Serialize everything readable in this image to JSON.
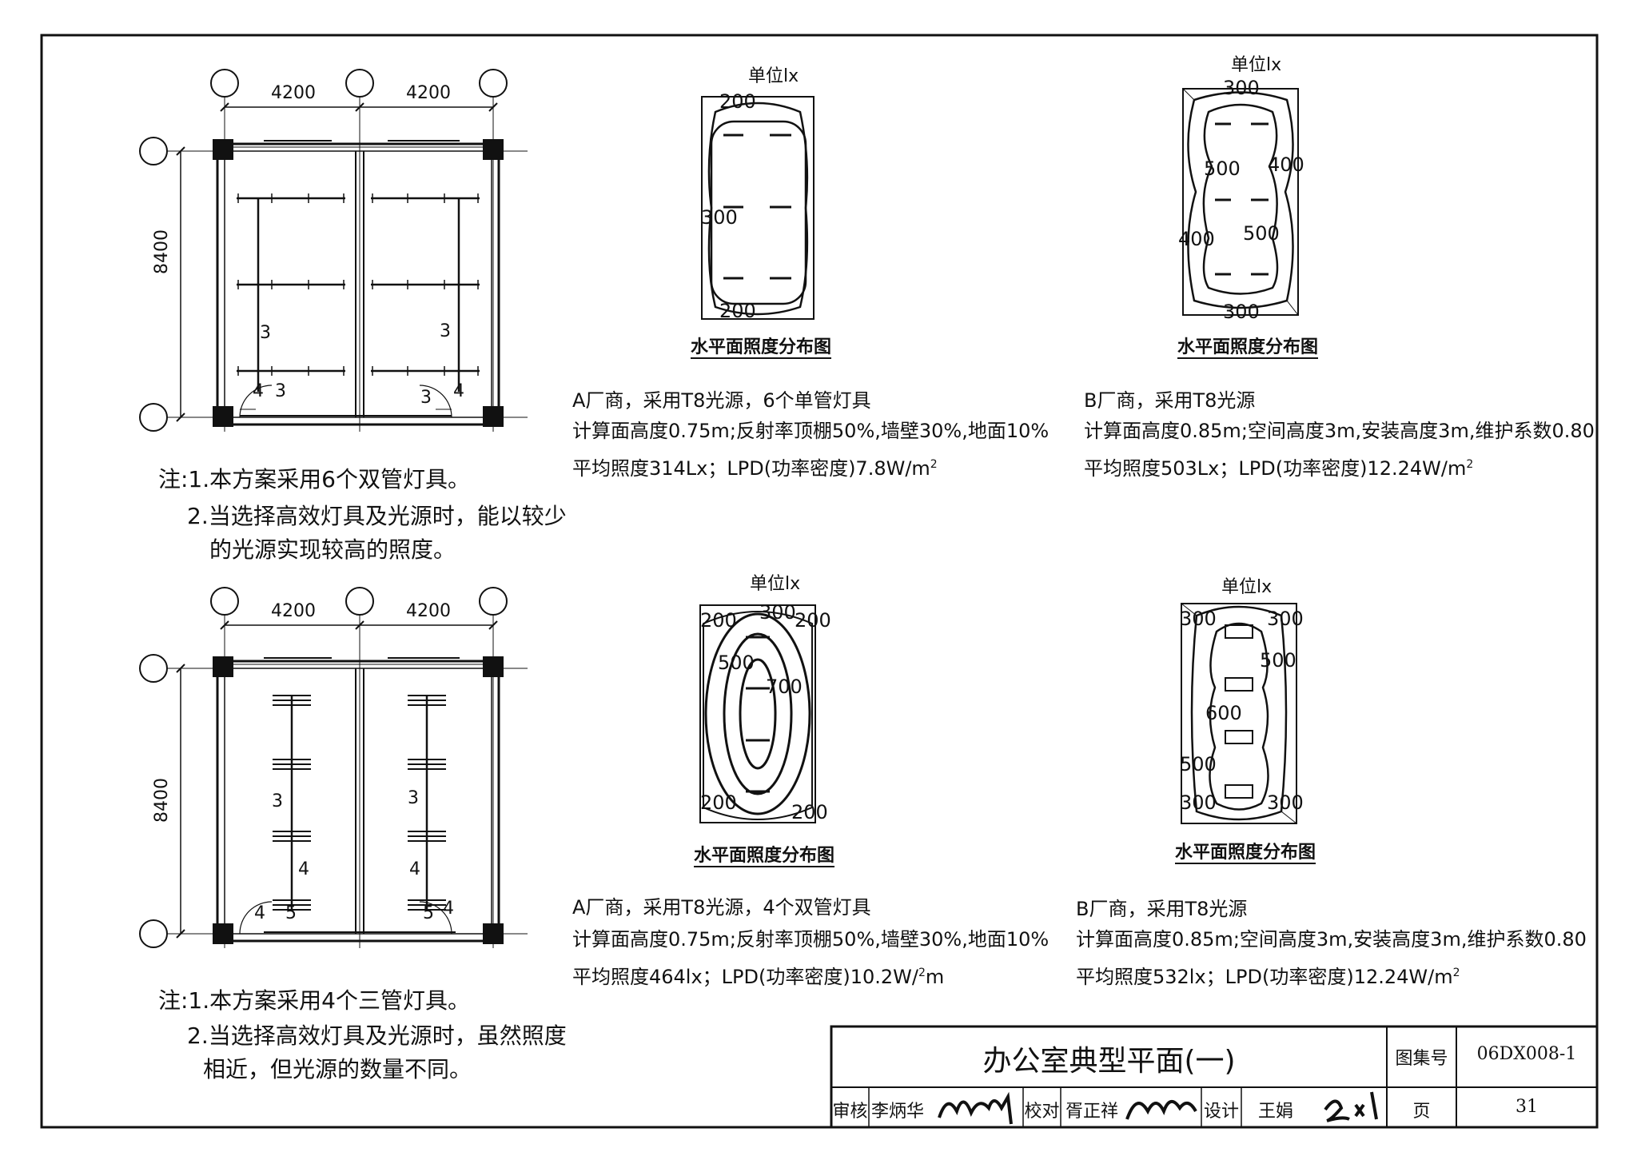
{
  "plan_a": {
    "grid_labels": {
      "span_1": "4200",
      "span_2": "4200",
      "depth": "8400"
    },
    "circuit_marks": {
      "left_3": "3",
      "right_3": "3",
      "left_43a": "4",
      "left_43b": "3",
      "right_34a": "3",
      "right_34b": "4"
    },
    "notes": [
      "注:1.本方案采用6个双管灯具。",
      "2.当选择高效灯具及光源时，能以较少",
      "的光源实现较高的照度。"
    ]
  },
  "plan_b": {
    "grid_labels": {
      "span_1": "4200",
      "span_2": "4200",
      "depth": "8400"
    },
    "circuit_marks": {
      "left_3": "3",
      "right_3": "3",
      "left_4": "4",
      "right_4": "4",
      "left_45a": "4",
      "left_45b": "5",
      "right_54a": "5",
      "right_54b": "4"
    },
    "notes": [
      "注:1.本方案采用4个三管灯具。",
      "2.当选择高效灯具及光源时，虽然照度",
      "相近，但光源的数量不同。"
    ]
  },
  "iso_1": {
    "unit": "单位lx",
    "labels": {
      "top": "200",
      "mid": "300",
      "bottom": "200"
    },
    "caption": "水平面照度分布图",
    "desc": [
      "A厂商，采用T8光源，6个单管灯具",
      "计算面高度0.75m;反射率顶棚50%,墙壁30%,地面10%",
      "平均照度314Lx；LPD(功率密度)7.8W/m"
    ],
    "sup": "2"
  },
  "iso_2": {
    "unit": "单位lx",
    "labels": {
      "top": "300",
      "a": "500",
      "b": "400",
      "c": "400",
      "d": "500",
      "bottom": "300"
    },
    "caption": "水平面照度分布图",
    "desc": [
      "B厂商，采用T8光源",
      "计算面高度0.85m;空间高度3m,安装高度3m,维护系数0.80",
      "平均照度503Lx；LPD(功率密度)12.24W/m"
    ],
    "sup": "2"
  },
  "iso_3": {
    "unit": "单位lx",
    "labels": {
      "tl": "200",
      "tc": "300",
      "tr": "200",
      "a": "500",
      "b": "700",
      "bl": "200",
      "br": "200"
    },
    "caption": "水平面照度分布图",
    "desc": [
      "A厂商，采用T8光源，4个双管灯具",
      "计算面高度0.75m;反射率顶棚50%,墙壁30%,地面10%",
      "平均照度464lx；LPD(功率密度)10.2W/"
    ],
    "sup": "2",
    "tail": "m"
  },
  "iso_4": {
    "unit": "单位lx",
    "labels": {
      "tl": "300",
      "tr": "300",
      "a": "500",
      "b": "600",
      "c": "500",
      "bl": "300",
      "br": "300"
    },
    "caption": "水平面照度分布图",
    "desc": [
      "B厂商，采用T8光源",
      "计算面高度0.85m;空间高度3m,安装高度3m,维护系数0.80",
      "平均照度532lx；LPD(功率密度)12.24W/m"
    ],
    "sup": "2"
  },
  "title_block": {
    "title": "办公室典型平面(一)",
    "atlas_label": "图集号",
    "atlas_no": "06DX008-1",
    "review_label": "审核",
    "reviewer": "李炳华",
    "check_label": "校对",
    "checker": "胥正祥",
    "design_label": "设计",
    "designer": "王娟",
    "page_label": "页",
    "page_no": "31"
  }
}
